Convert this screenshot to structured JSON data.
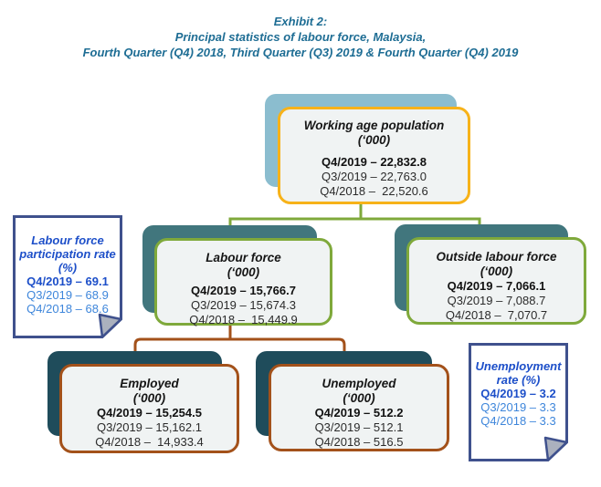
{
  "exhibit": {
    "title_line1": "Exhibit 2:",
    "title_line2": "Principal statistics of labour force, Malaysia,",
    "title_line3": "Fourth Quarter (Q4) 2018, Third Quarter (Q3) 2019 & Fourth Quarter (Q4) 2019"
  },
  "nodes": {
    "working_age_population": {
      "title": "Working age population",
      "unit": "(‘000)",
      "rows": [
        "Q4/2019 – 22,832.8",
        "Q3/2019 – 22,763.0",
        "Q4/2018 –  22,520.6"
      ]
    },
    "labour_force": {
      "title": "Labour force",
      "unit": "(‘000)",
      "rows": [
        "Q4/2019 – 15,766.7",
        "Q3/2019 – 15,674.3",
        "Q4/2018 –  15,449.9"
      ]
    },
    "outside_labour_force": {
      "title": "Outside labour force",
      "unit": "(‘000)",
      "rows": [
        "Q4/2019 – 7,066.1",
        "Q3/2019 – 7,088.7",
        "Q4/2018 –  7,070.7"
      ]
    },
    "employed": {
      "title": "Employed",
      "unit": "(‘000)",
      "rows": [
        "Q4/2019 – 15,254.5",
        "Q3/2019 – 15,162.1",
        "Q4/2018 –  14,933.4"
      ]
    },
    "unemployed": {
      "title": "Unemployed",
      "unit": "(‘000)",
      "rows": [
        "Q4/2019 – 512.2",
        "Q3/2019 – 512.1",
        "Q4/2018 – 516.5"
      ]
    }
  },
  "notes": {
    "lfpr": {
      "title": "Labour force participation rate (%)",
      "rows": [
        "Q4/2019 – 69.1",
        "Q3/2019 – 68.9",
        "Q4/2018 – 68.6"
      ]
    },
    "unemployment_rate": {
      "title": "Unemployment rate (%)",
      "rows": [
        "Q4/2019 – 3.2",
        "Q3/2019 – 3.3",
        "Q4/2018 – 3.3"
      ]
    }
  },
  "colors": {
    "title_text": "#1E6D94",
    "box_fill": "#F0F3F3",
    "shadow_top_level": "#8BBDCF",
    "shadow_mid_level": "#41767D",
    "shadow_bottom_level": "#1F4C5B",
    "border_working_age": "#F7B219",
    "border_labour_force": "#7FA93B",
    "border_employment": "#A3511A",
    "note_border": "#3F518D",
    "note_title_text": "#1D4FC9",
    "note_value_text": "#3E86DB"
  }
}
